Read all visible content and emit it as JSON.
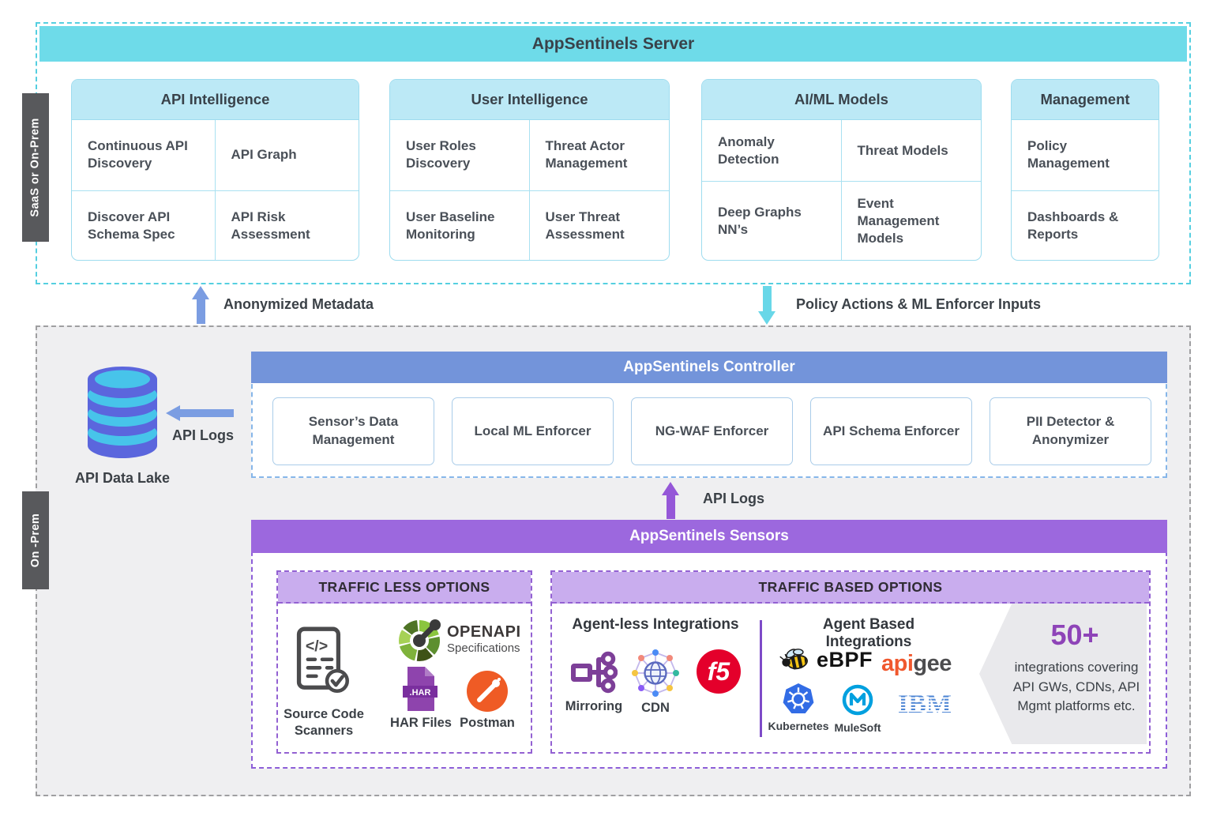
{
  "colors": {
    "cyan": "#6edbe9",
    "light_cyan": "#bce9f6",
    "periwinkle": "#7394da",
    "purple": "#9c68de",
    "light_purple": "#c9adee",
    "accent_purple": "#8e44b8",
    "side_label_gray": "#58595c",
    "arrow_blue": "#7b9de2",
    "arrow_cyan": "#68d7e8",
    "arrow_purple": "#9557d8"
  },
  "saas": {
    "side_label": "SaaS or On-Prem",
    "server_title": "AppSentinels Server",
    "panels": [
      {
        "title": "API Intelligence",
        "cells": [
          "Continuous API Discovery",
          "API Graph",
          "Discover API Schema Spec",
          "API Risk Assessment"
        ]
      },
      {
        "title": "User Intelligence",
        "cells": [
          "User Roles Discovery",
          "Threat Actor Management",
          "User Baseline Monitoring",
          "User Threat Assessment"
        ]
      },
      {
        "title": "AI/ML Models",
        "cells": [
          "Anomaly Detection",
          "Threat Models",
          "Deep Graphs NN’s",
          "Event Management Models"
        ]
      },
      {
        "title": "Management",
        "cells": [
          "Policy Management",
          "Dashboards & Reports"
        ]
      }
    ]
  },
  "flows": {
    "anonymized_metadata": "Anonymized Metadata",
    "policy_actions": "Policy Actions & ML Enforcer Inputs",
    "api_logs_to_lake": "API Logs",
    "api_logs_to_controller": "API Logs"
  },
  "onprem": {
    "side_label": "On -Prem",
    "data_lake_label": "API Data Lake",
    "controller": {
      "title": "AppSentinels Controller",
      "modules": [
        "Sensor’s Data Management",
        "Local ML Enforcer",
        "NG-WAF Enforcer",
        "API Schema Enforcer",
        "PII Detector & Anonymizer"
      ]
    },
    "sensors": {
      "title": "AppSentinels Sensors",
      "traffic_less": {
        "title": "TRAFFIC LESS OPTIONS",
        "source_code_label": "Source Code Scanners",
        "openapi_name": "OPENAPI",
        "openapi_sub": "Specifications",
        "har_badge": ".HAR",
        "har_label": "HAR Files",
        "postman_label": "Postman"
      },
      "traffic_based": {
        "title": "TRAFFIC BASED OPTIONS",
        "agentless": {
          "title": "Agent-less Integrations",
          "mirroring_label": "Mirroring",
          "cdn_label": "CDN",
          "f5_text": "f5"
        },
        "agentbased": {
          "title": "Agent Based Integrations",
          "ebpf_text": "eBPF",
          "apigee_a": "api",
          "apigee_b": "gee",
          "kubernetes_label": "Kubernetes",
          "mulesoft_label": "MuleSoft",
          "ibm_text": "IBM"
        },
        "badge": {
          "number": "50+",
          "text": "integrations covering API GWs, CDNs, API Mgmt platforms etc."
        }
      }
    }
  }
}
